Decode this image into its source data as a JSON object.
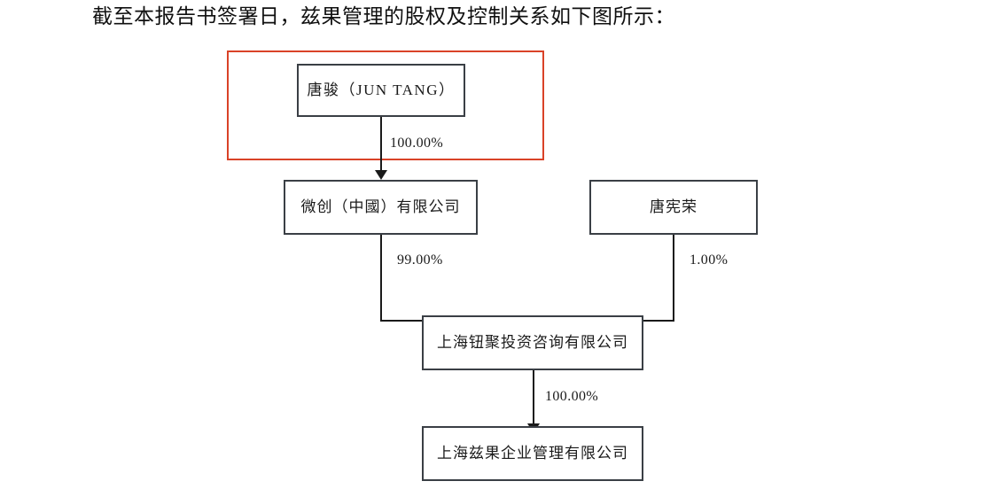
{
  "document": {
    "title": "截至本报告书签署日，兹果管理的股权及控制关系如下图所示："
  },
  "chart_data": {
    "type": "diagram",
    "diagram_kind": "ownership-structure-chart",
    "nodes": [
      {
        "id": "n1",
        "label": "唐骏（JUN TANG）",
        "row": 1,
        "highlighted": true
      },
      {
        "id": "n2",
        "label": "微创（中國）有限公司",
        "row": 2,
        "highlighted": false
      },
      {
        "id": "n3",
        "label": "唐宪荣",
        "row": 2,
        "highlighted": false
      },
      {
        "id": "n4",
        "label": "上海钮聚投资咨询有限公司",
        "row": 3,
        "highlighted": false
      },
      {
        "id": "n5",
        "label": "上海兹果企业管理有限公司",
        "row": 4,
        "highlighted": false
      }
    ],
    "edges": [
      {
        "from": "n1",
        "to": "n2",
        "label": "100.00%"
      },
      {
        "from": "n2",
        "to": "n4",
        "label": "99.00%"
      },
      {
        "from": "n3",
        "to": "n4",
        "label": "1.00%"
      },
      {
        "from": "n4",
        "to": "n5",
        "label": "100.00%"
      }
    ],
    "highlight_color": "#d94228",
    "line_color": "#1a1a1a",
    "box_border_color": "#3a3f45"
  }
}
